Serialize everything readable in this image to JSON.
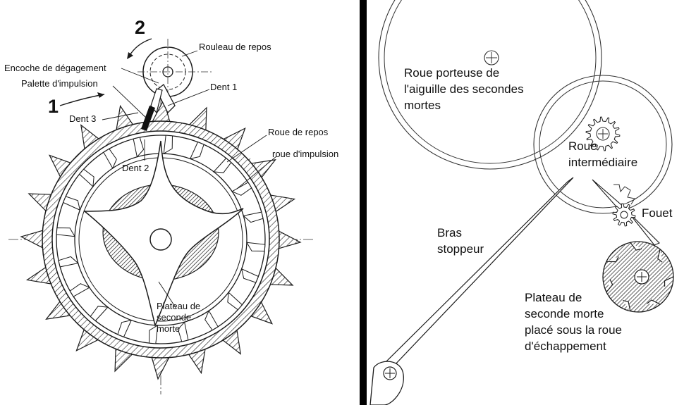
{
  "left_panel": {
    "step_1": "1",
    "step_2": "2",
    "labels": {
      "rouleau_de_repos": "Rouleau de repos",
      "encoche_de_degagement": "Encoche de dégagement",
      "palette_d_impulsion": "Palette d'impulsion",
      "dent_1": "Dent 1",
      "dent_3": "Dent 3",
      "dent_2": "Dent 2",
      "roue_de_repos": "Roue de repos",
      "roue_d_impulsion": "roue d'impulsion",
      "plateau_de_seconde_morte": [
        "Plateau de",
        "seconde",
        "morte"
      ]
    }
  },
  "right_panel": {
    "labels": {
      "roue_porteuse": [
        "Roue porteuse de",
        "l'aiguille des secondes",
        "mortes"
      ],
      "roue_intermediaire": [
        "Roue",
        "intermédiaire"
      ],
      "fouet": "Fouet",
      "bras_stoppeur": [
        "Bras",
        "stoppeur"
      ],
      "plateau_seconde_morte": [
        "Plateau de",
        "seconde morte",
        "placé sous la roue",
        "d'échappement"
      ]
    }
  },
  "colors": {
    "ink": "#1a1a1a",
    "divider": "#000000",
    "background": "#ffffff"
  }
}
